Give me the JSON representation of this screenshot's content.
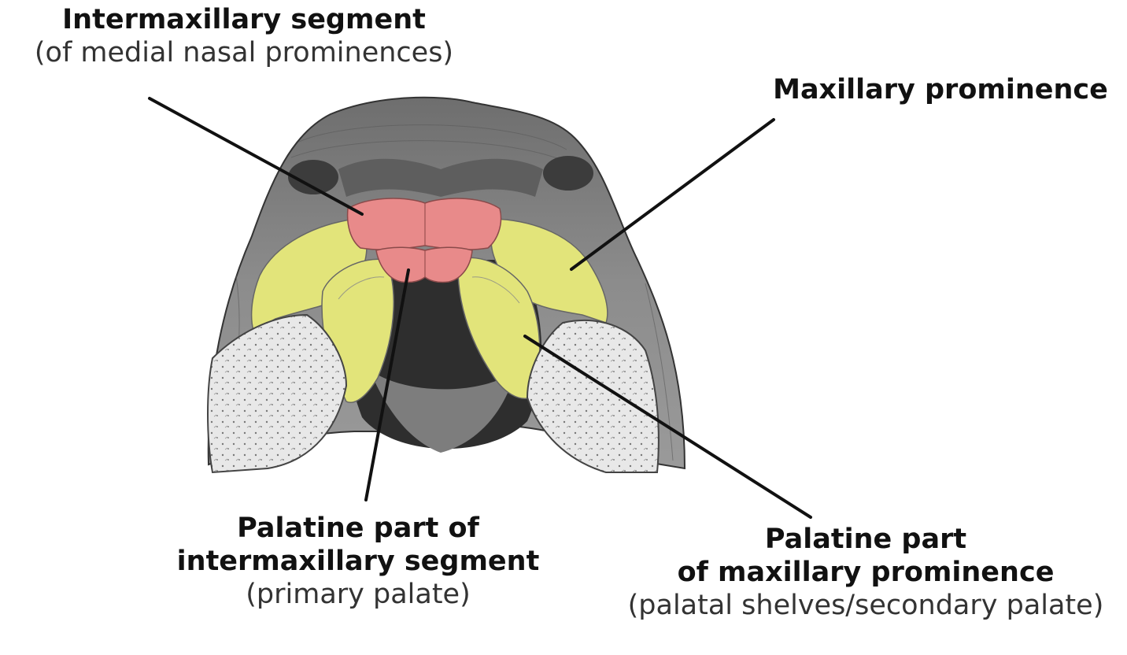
{
  "labels": {
    "intermaxillary_segment": {
      "title": "Intermaxillary segment",
      "subtitle": "(of medial nasal prominences)"
    },
    "maxillary_prominence": {
      "title": "Maxillary prominence"
    },
    "palatine_part_intermaxillary": {
      "title_line1": "Palatine part of",
      "title_line2": "intermaxillary segment",
      "subtitle": "(primary palate)"
    },
    "palatine_part_maxillary": {
      "title_line1": "Palatine part",
      "title_line2": "of maxillary prominence",
      "subtitle": "(palatal shelves/secondary palate)"
    }
  },
  "colors": {
    "intermaxillary_pink": "#e88a8a",
    "maxillary_yellow": "#e2e47a",
    "tissue_gray": "#8a8a8a",
    "tissue_dark": "#4a4a4a",
    "cut_surface": "#e6e6e6",
    "leader_line": "#111111"
  }
}
